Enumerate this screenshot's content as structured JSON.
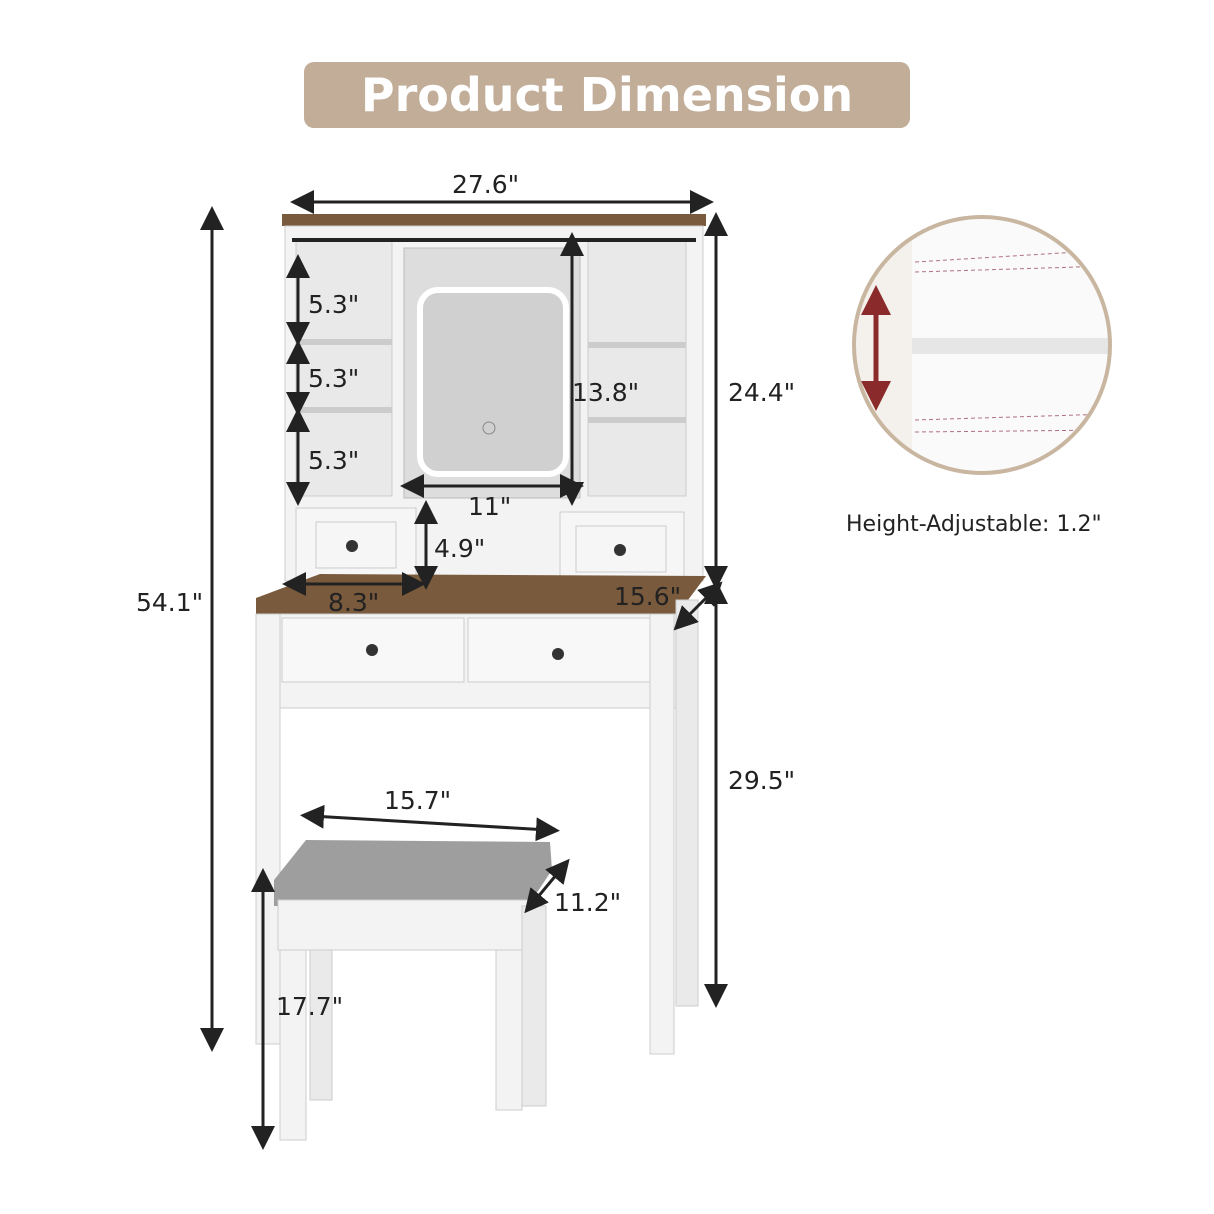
{
  "title": "Product Dimension",
  "dimensions": {
    "overall_width": "27.6\"",
    "overall_height": "54.1\"",
    "hutch_height": "24.4\"",
    "shelf_1": "5.3\"",
    "shelf_2": "5.3\"",
    "shelf_3": "5.3\"",
    "mirror_height": "13.8\"",
    "mirror_width": "11\"",
    "drawer_height": "4.9\"",
    "drawer_width": "8.3\"",
    "depth": "15.6\"",
    "table_height": "29.5\"",
    "stool_width": "15.7\"",
    "stool_depth": "11.2\"",
    "stool_height": "17.7\""
  },
  "inset": {
    "caption": "Height-Adjustable: 1.2\""
  },
  "colors": {
    "banner": "#c1ad98",
    "wood": "#7a5a3c",
    "body": "#f2f2f2",
    "cushion": "#9e9e9e",
    "arrow": "#8b2a2a"
  }
}
